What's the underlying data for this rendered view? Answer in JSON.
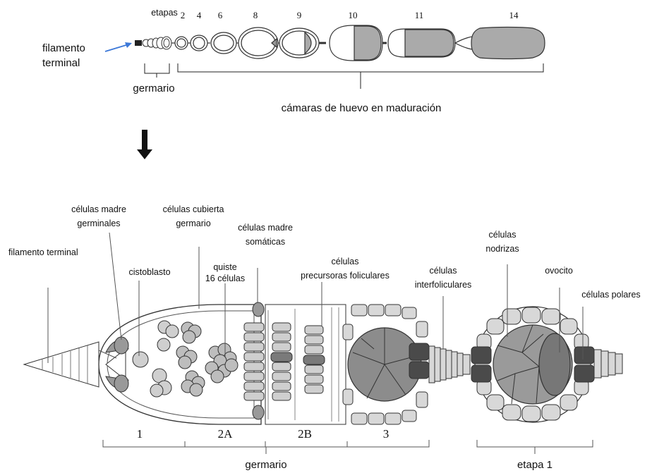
{
  "top": {
    "stages_title": "etapas",
    "stage_numbers": [
      "2",
      "4",
      "6",
      "8",
      "9",
      "10",
      "11",
      "14"
    ],
    "terminal_filament": [
      "filamento",
      "terminal"
    ],
    "germarium": "germario",
    "maturing_chambers": "cámaras de huevo en maduración"
  },
  "bottom": {
    "germline_stem_cells": [
      "células madre",
      "germinales"
    ],
    "cap_cells": [
      "células cubierta",
      "germario"
    ],
    "somatic_stem_cells": [
      "células madre",
      "somáticas"
    ],
    "terminal_filament": "filamento terminal",
    "cystoblast": "cistoblasto",
    "cyst16": [
      "quiste",
      "16 células"
    ],
    "follicle_precursors": [
      "células",
      "precursoras foliculares"
    ],
    "interfollicular": [
      "células",
      "interfoliculares"
    ],
    "nurse_cells": [
      "células",
      "nodrizas"
    ],
    "oocyte": "ovocito",
    "polar_cells": "células polares",
    "regions": [
      "1",
      "2A",
      "2B",
      "3"
    ],
    "germarium": "germario",
    "stage1": "etapa 1"
  },
  "colors": {
    "arrow_blue": "#3c78d8",
    "light_cell": "#d8d8d8",
    "mid_cell": "#9a9a9a",
    "dark_cell": "#4a4a4a",
    "oocyte_fill": "#a8a8a8"
  }
}
